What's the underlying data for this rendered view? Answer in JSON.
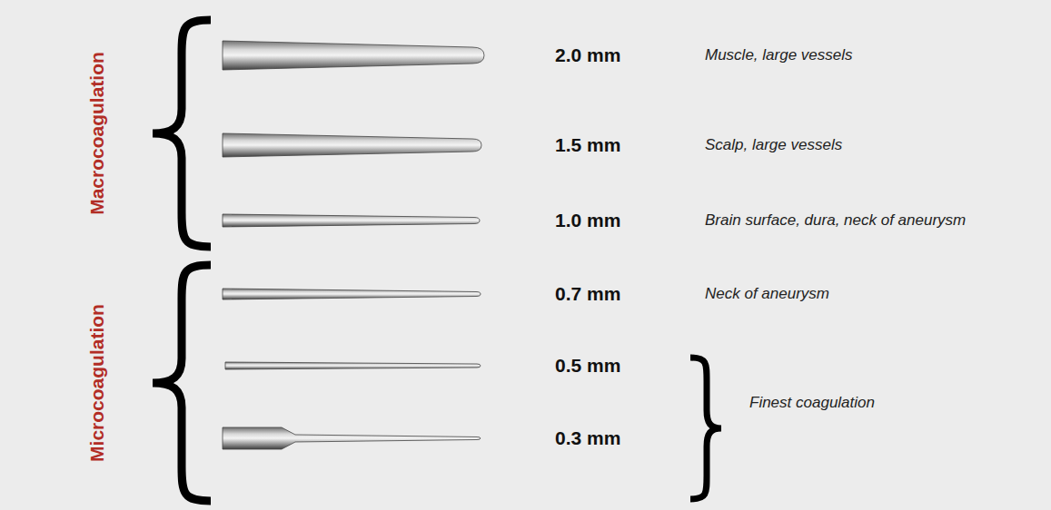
{
  "diagram": {
    "labels": [
      "Macrocoagulation",
      "Microcoagulation",
      "2.0 mm",
      "Muscle, large vessels",
      "1.5 mm",
      "Scalp, large vessels",
      "1.0 mm",
      "Brain surface, dura, neck of aneurysm",
      "0.7 mm",
      "Neck of aneurysm",
      "0.5 mm",
      "0.3 mm",
      "Finest coagulation"
    ]
  }
}
